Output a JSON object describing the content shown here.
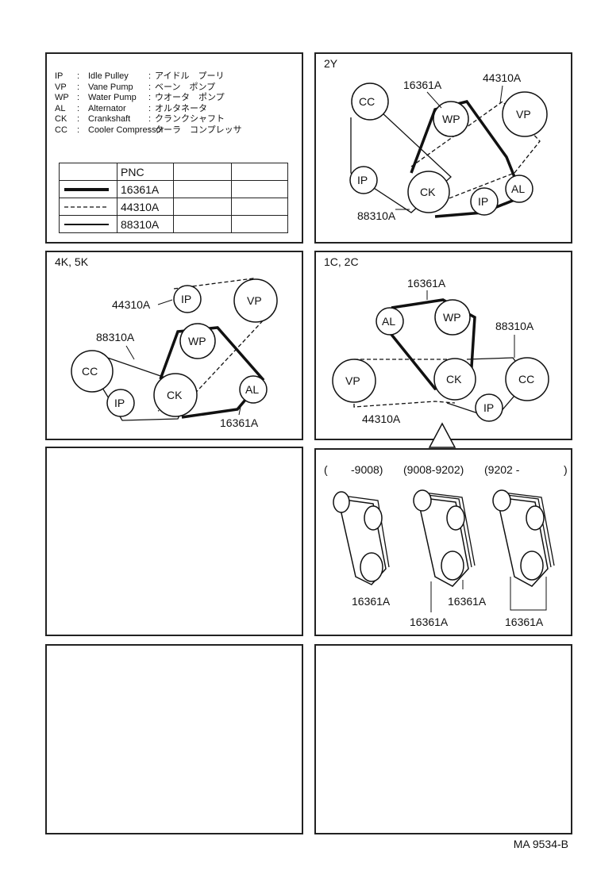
{
  "legend": {
    "rows": [
      {
        "abbr": "IP",
        "en": "Idle Pulley",
        "ja": "アイドル　プーリ"
      },
      {
        "abbr": "VP",
        "en": "Vane Pump",
        "ja": "ベーン　ポンプ"
      },
      {
        "abbr": "WP",
        "en": "Water Pump",
        "ja": "ウオータ　ポンプ"
      },
      {
        "abbr": "AL",
        "en": "Alternator",
        "ja": "オルタネータ"
      },
      {
        "abbr": "CK",
        "en": "Crankshaft",
        "ja": "クランクシャフト"
      },
      {
        "abbr": "CC",
        "en": "Cooler Compressor",
        "ja": "クーラ　コンプレッサ"
      }
    ],
    "colon": ":",
    "table": {
      "header": "PNC",
      "rows": [
        {
          "style": "thick",
          "pnc": "16361A"
        },
        {
          "style": "dashed",
          "pnc": "44310A"
        },
        {
          "style": "thin",
          "pnc": "88310A"
        }
      ]
    }
  },
  "panels": {
    "p2y": {
      "title": "2Y",
      "labels": [
        "16361A",
        "44310A",
        "88310A"
      ],
      "pulleys": [
        "CC",
        "WP",
        "VP",
        "IP",
        "CK",
        "IP",
        "AL"
      ]
    },
    "p4k": {
      "title": "4K, 5K",
      "labels": [
        "44310A",
        "88310A",
        "16361A"
      ],
      "pulleys": [
        "IP",
        "VP",
        "WP",
        "CC",
        "IP",
        "CK",
        "AL"
      ]
    },
    "p1c": {
      "title": "1C, 2C",
      "labels": [
        "16361A",
        "88310A",
        "44310A"
      ],
      "pulleys": [
        "AL",
        "WP",
        "VP",
        "CK",
        "CC",
        "IP"
      ]
    },
    "variants": {
      "periods": [
        "(",
        "-9008)",
        "(9008-9202)",
        "(9202 -",
        ")"
      ],
      "labels": [
        "16361A",
        "16361A",
        "16361A",
        "16361A"
      ]
    }
  },
  "footer": {
    "code": "MA  9534-B"
  }
}
